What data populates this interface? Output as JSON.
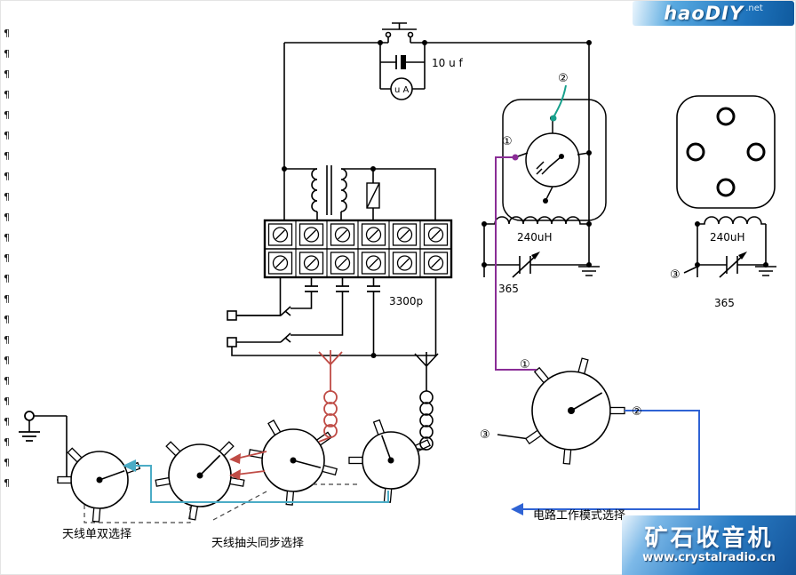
{
  "branding": {
    "top_logo": {
      "text": "haoDIY",
      "suffix": ".net"
    },
    "bottom_banner": {
      "title": "矿石收音机",
      "url": "www.crystalradio.cn"
    }
  },
  "colors": {
    "purple": "#8a2d96",
    "teal": "#17a08c",
    "blue": "#2f63d4",
    "cyan": "#4bacc6",
    "red": "#bf4b45",
    "banner_blue": "#1a6fc0"
  },
  "labels": {
    "cap_switch_bypass": "10 u f",
    "meter": "u A",
    "coupling_cap": "3300p",
    "tank_left_coil": "240uH",
    "tank_left_varcap": "365",
    "tank_right_coil": "240uH",
    "tank_right_varcap": "365"
  },
  "pins": {
    "p1": "①",
    "p2": "②",
    "p3": "③"
  },
  "selectors": {
    "antenna_single_double": "天线单双选择",
    "antenna_tap_sync": "天线抽头同步选择",
    "circuit_mode": "电路工作模式选择"
  },
  "edge": {
    "marks": "¶\n¶\n¶\n¶\n¶\n¶\n¶\n¶\n¶\n¶\n¶\n¶\n¶\n¶\n¶\n¶\n¶\n¶\n¶\n¶\n¶\n¶\n¶"
  }
}
